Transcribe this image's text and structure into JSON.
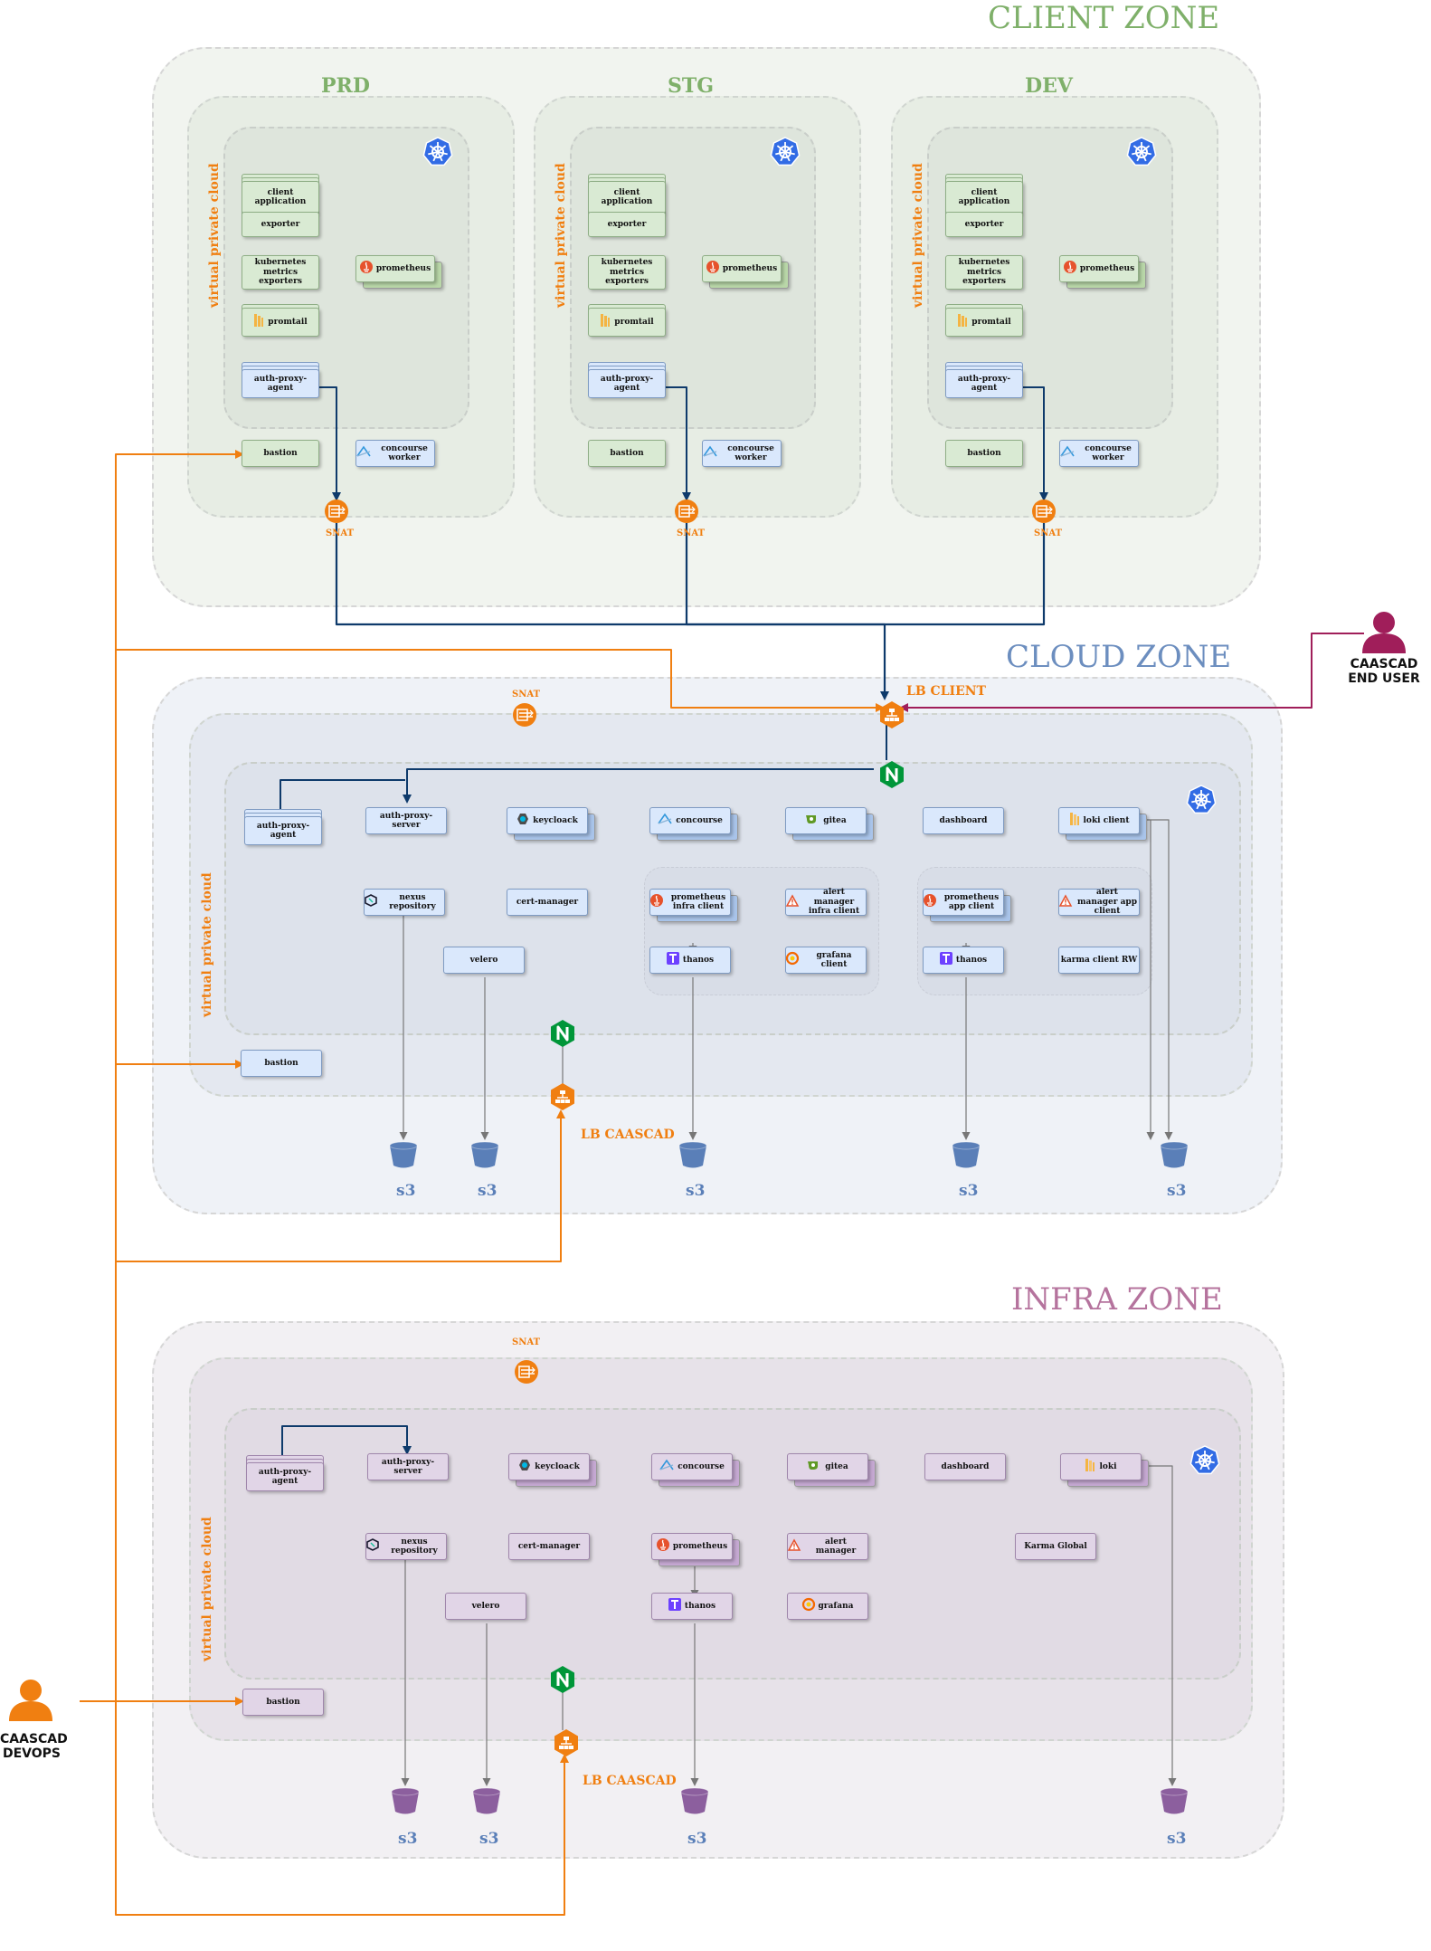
{
  "zones": {
    "client": {
      "title": "CLIENT ZONE",
      "color": "#7fb06a"
    },
    "cloud": {
      "title": "CLOUD ZONE",
      "color": "#6c8ebf"
    },
    "infra": {
      "title": "INFRA ZONE",
      "color": "#b5739d"
    }
  },
  "environments": [
    {
      "title": "PRD"
    },
    {
      "title": "STG"
    },
    {
      "title": "DEV"
    }
  ],
  "labels": {
    "vpc": "virtual private cloud",
    "snat": "SNAT",
    "lb_client": "LB CLIENT",
    "lb_caascad": "LB CAASCAD",
    "s3": "s3",
    "end_user": "CAASCAD END USER",
    "devops": "CAASCAD DEVOPS"
  },
  "client_services": {
    "client_application": "client application",
    "exporter": "exporter",
    "kube_metrics": "kubernetes metrics exporters",
    "prometheus": "prometheus",
    "promtail": "promtail",
    "auth_proxy_agent": "auth-proxy-agent",
    "bastion": "bastion",
    "concourse_worker": "concourse worker"
  },
  "cloud_services": {
    "auth_proxy_agent": "auth-proxy-agent",
    "auth_proxy_server": "auth-proxy-server",
    "keycloack": "keycloack",
    "concourse": "concourse",
    "gitea": "gitea",
    "dashboard": "dashboard",
    "loki_client": "loki client",
    "nexus": "nexus repository",
    "cert_manager": "cert-manager",
    "velero": "velero",
    "prometheus_infra": "prometheus infra client",
    "alert_infra": "alert manager infra client",
    "thanos": "thanos",
    "grafana_client": "grafana client",
    "prometheus_app": "prometheus app client",
    "alert_app": "alert manager app client",
    "thanos_app": "thanos",
    "karma_client": "karma client RW",
    "bastion": "bastion"
  },
  "infra_services": {
    "auth_proxy_agent": "auth-proxy-agent",
    "auth_proxy_server": "auth-proxy-server",
    "keycloack": "keycloack",
    "concourse": "concourse",
    "gitea": "gitea",
    "dashboard": "dashboard",
    "loki": "loki",
    "nexus": "nexus repository",
    "cert_manager": "cert-manager",
    "prometheus": "prometheus",
    "alert": "alert manager",
    "karma": "Karma Global",
    "velero": "velero",
    "thanos": "thanos",
    "grafana": "grafana",
    "bastion": "bastion"
  },
  "colors": {
    "orange": "#f07f11",
    "navy": "#0e3a6b",
    "maroon": "#a01e5a",
    "k8s_blue": "#326ce5",
    "nginx_green": "#009639",
    "s3_blue": "#5a7fb8",
    "s3_purple": "#8c5f9e"
  },
  "icons": [
    "kubernetes-icon",
    "prometheus-icon",
    "promtail-icon",
    "concourse-icon",
    "keycloak-icon",
    "gitea-icon",
    "loki-icon",
    "nexus-icon",
    "alert-icon",
    "thanos-icon",
    "grafana-icon",
    "snat-icon",
    "load-balancer-icon",
    "nginx-icon",
    "s3-bucket-icon",
    "user-icon"
  ]
}
